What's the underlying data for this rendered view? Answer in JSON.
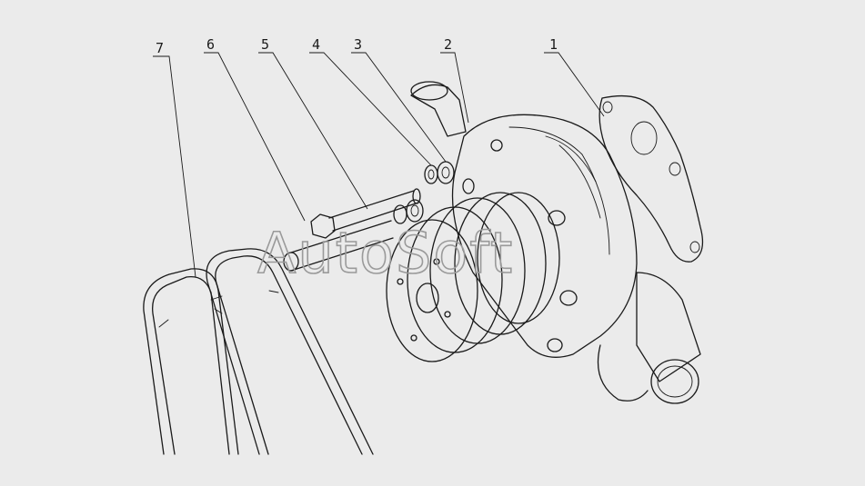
{
  "callouts": [
    {
      "id": "1",
      "label": "1"
    },
    {
      "id": "2",
      "label": "2"
    },
    {
      "id": "3",
      "label": "3"
    },
    {
      "id": "4",
      "label": "4"
    },
    {
      "id": "5",
      "label": "5"
    },
    {
      "id": "6",
      "label": "6"
    },
    {
      "id": "7",
      "label": "7"
    }
  ],
  "watermark": "AutoSoft",
  "colors": {
    "background": "#ebebeb",
    "ink": "#1a1a1a",
    "watermark": "#9a9a9a"
  }
}
